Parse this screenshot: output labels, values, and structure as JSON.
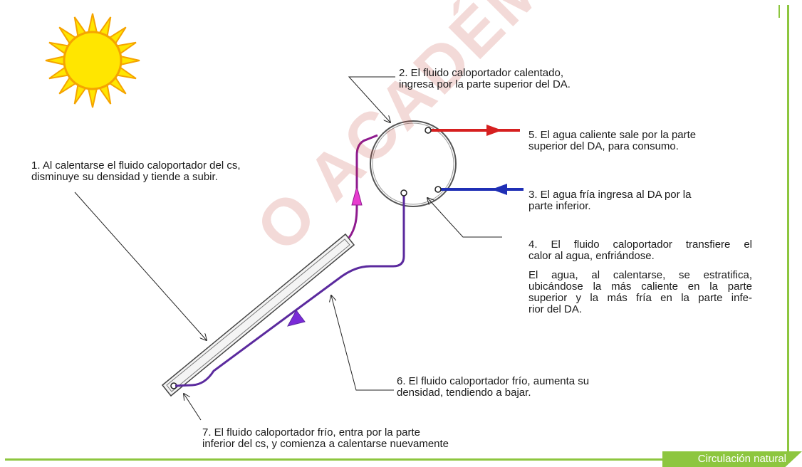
{
  "caption": "Circulación natural",
  "watermark": "O ACADÉMICO",
  "labels": {
    "l1": [
      "1. Al calentarse el fluido caloportador del cs,",
      "disminuye su densidad y tiende a subir."
    ],
    "l2": [
      "2. El fluido caloportador calentado,",
      "ingresa por la parte superior del DA."
    ],
    "l3": [
      "3. El agua fría ingresa al DA por la",
      "parte inferior."
    ],
    "l4": [
      "4. El fluido caloportador transfiere el",
      "calor al agua, enfriándose."
    ],
    "l4b": [
      "El agua, al calentarse, se estratifica,",
      "ubicándose la más caliente en la parte",
      "superior y la más fría en la parte infe-",
      "rior del DA."
    ],
    "l5": [
      "5. El agua caliente sale por la parte",
      "superior del DA, para consumo."
    ],
    "l6": [
      "6. El fluido caloportador frío, aumenta su",
      "densidad, tendiendo a bajar."
    ],
    "l7": [
      "7. El fluido caloportador frío, entra por la parte",
      "inferior del cs, y comienza a calentarse nuevamente"
    ]
  },
  "colors": {
    "frame": "#8dc63f",
    "sun_fill": "#ffe600",
    "sun_rays": "#f5a400",
    "hot_pipe": "#8e1a8e",
    "cold_pipe": "#5b2a9e",
    "hot_water": "#d62020",
    "cold_water": "#1f2fb5"
  },
  "icons": [
    "sun-icon"
  ]
}
